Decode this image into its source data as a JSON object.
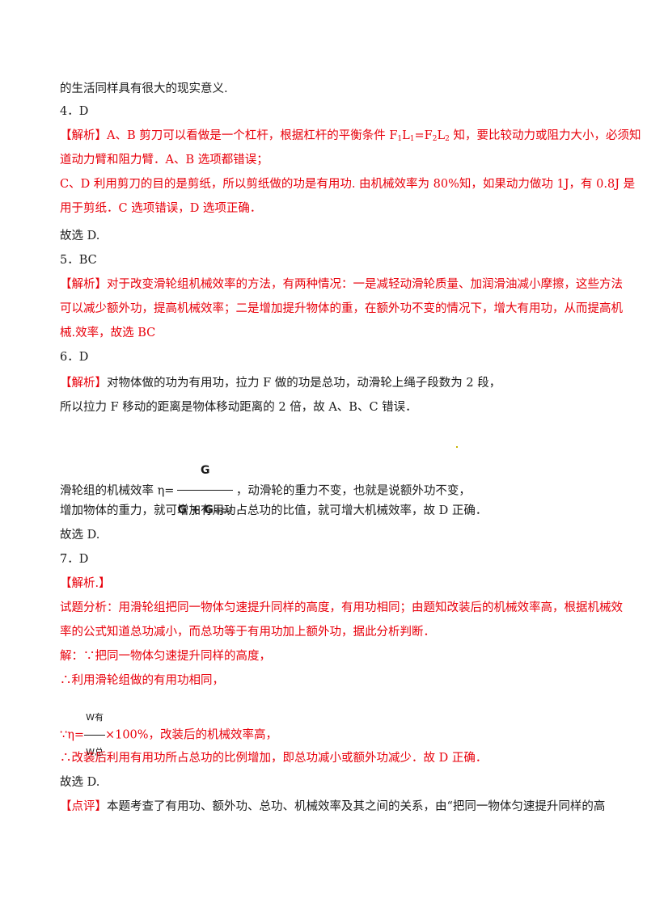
{
  "lines": {
    "l0": "的生活同样具有很大的现实意义.",
    "l1": "4．D",
    "l2_tag": "【解析】",
    "l2_a": "A、B 剪刀可以看做是一个杠杆，根据杠杆的平衡条件 F",
    "l2_s1": "1",
    "l2_b": "L",
    "l2_s2": "1",
    "l2_c": "=F",
    "l2_s3": "2",
    "l2_d": "L",
    "l2_s4": "2",
    "l2_e": " 知，要比较动力或阻力大小，必须知",
    "l3": "道动力臂和阻力臂．A、B 选项都错误；",
    "l4": "C、D 利用剪刀的目的是剪纸，所以剪纸做的功是有用功. 由机械效率为 80%知，如果动力做功 1J，有 0.8J 是",
    "l5": "用于剪纸．C 选项错误，D 选项正确．",
    "l6": "故选 D.",
    "l7": "5．BC",
    "l8_tag": "【解析】",
    "l8": "对于改变滑轮组机械效率的方法，有两种情况：一是减轻动滑轮质量、加润滑油减小摩擦，这些方法",
    "l9": "可以减少额外功，提高机械效率；二是增加提升物体的重，在额外功不变的情况下，增大有用功，从而提高机",
    "l10": "械.效率，故选 BC",
    "l11": "6．D",
    "l12_tag": "【解析】",
    "l12": "对物体做的功为有用功，拉力 F 做的功是总功，动滑轮上绳子段数为 2 段，",
    "l13": "所以拉力 F 移动的距离是物体移动距离的 2 倍，故 A、B、C 错误．",
    "l14_a": "滑轮组的机械效率 η=",
    "l14_num": "G",
    "l14_den": "G + G",
    "l14_den_sub": "动滑轮",
    "l14_b": "，动滑轮的重力不变，也就是说额外功不变，",
    "l15": "增加物体的重力，就可增加有用功占总功的比值，就可增大机械效率，故 D 正确．",
    "l16": "故选 D.",
    "l17": "7．D",
    "l18": "【解析.】",
    "l19": "试题分析：用滑轮组把同一物体匀速提升同样的高度，有用功相同；由题知改装后的机械效率高，根据机械效",
    "l20": "率的公式知道总功减小，而总功等于有用功加上额外功，据此分析判断．",
    "l21": "解：∵把同一物体匀速提升同样的高度，",
    "l22": "∴利用滑轮组做的有用功相同，",
    "l23_a": "∵η=",
    "l23_num": "W有",
    "l23_den": "W总",
    "l23_b": "×100%，改装后的机械效率高，",
    "l24": "∴改装后利用有用功所占总功的比例增加，即总功减小或额外功减少．故 D 正确．",
    "l25": "故选 D.",
    "l26_tag": "【点评】",
    "l26": "本题考查了有用功、额外功、总功、机械效率及其之间的关系，由“把同一物体匀速提升同样的高"
  }
}
